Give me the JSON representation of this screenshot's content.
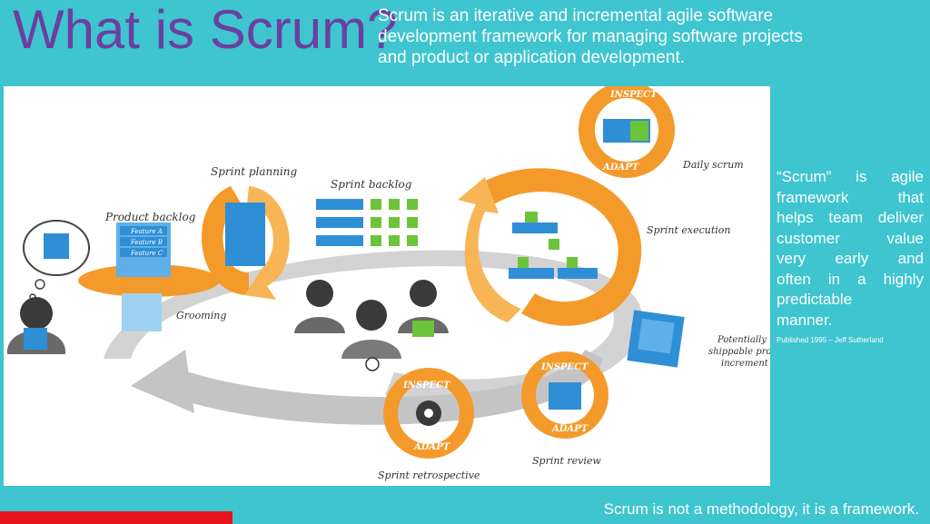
{
  "slide": {
    "title": "What is Scrum?",
    "intro_lines": [
      "Scrum is an iterative and incremental agile software",
      "development framework for managing software projects",
      "and product or application development."
    ],
    "side_lines": [
      "“Scrum” is agile",
      "framework that",
      "helps team deliver",
      "customer value",
      "very early and",
      "often in a highly",
      "predictable",
      "manner."
    ],
    "published": "Published 1995 – Jeff Sutherland",
    "footer": "Scrum is not a methodology, it is a framework."
  },
  "diagram": {
    "labels": {
      "product_backlog": "Product backlog",
      "feature_a": "Feature A",
      "feature_b": "Feature B",
      "feature_c": "Feature C",
      "grooming": "Grooming",
      "sprint_planning": "Sprint planning",
      "sprint_backlog": "Sprint backlog",
      "daily_scrum": "Daily scrum",
      "sprint_execution": "Sprint execution",
      "potentially_1": "Potentially",
      "potentially_2": "shippable product",
      "potentially_3": "increment",
      "sprint_review": "Sprint review",
      "sprint_retrospective": "Sprint retrospective",
      "inspect": "INSPECT",
      "adapt": "ADAPT"
    },
    "colors": {
      "orange": "#f39a2b",
      "blue": "#2f8fd6",
      "green": "#6cc43a",
      "gray": "#cfcfcf",
      "dark": "#3a3a3a"
    }
  }
}
